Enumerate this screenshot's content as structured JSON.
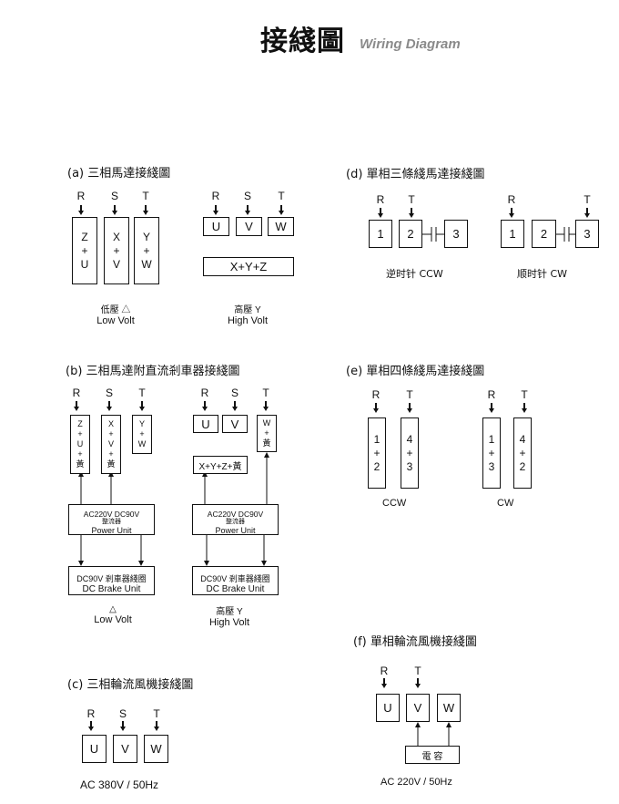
{
  "title": {
    "cn": "接綫圖",
    "en": "Wiring Diagram"
  },
  "sections": {
    "a": {
      "heading": "(a)  三相馬達接綫圖",
      "low": {
        "terminals": [
          "R",
          "S",
          "T"
        ],
        "boxes": [
          "Z\n+\nU",
          "X\n+\nV",
          "Y\n+\nW"
        ],
        "caption_cn": "低壓  △",
        "caption_en": "Low  Volt"
      },
      "high": {
        "terminals": [
          "R",
          "S",
          "T"
        ],
        "boxes": [
          "U",
          "V",
          "W"
        ],
        "bar": "X+Y+Z",
        "caption_cn": "高壓   Y",
        "caption_en": "High  Volt"
      }
    },
    "b": {
      "heading": "(b) 三相馬達附直流剎車器接綫圖",
      "low": {
        "terminals": [
          "R",
          "S",
          "T"
        ],
        "boxes": [
          "Z\n+\nU\n+\n黃",
          "X\n+\nV\n+\n黃",
          "Y\n+\nW"
        ],
        "power_unit": {
          "line1": "AC220V      DC90V",
          "line2": "整流器",
          "line3": "Power Unit"
        },
        "brake_unit": {
          "line1": "DC90V 剎車器綫圈",
          "line2": "DC Brake Unit"
        },
        "caption_cn": "△",
        "caption_en": "Low  Volt"
      },
      "high": {
        "terminals": [
          "R",
          "S",
          "T"
        ],
        "boxes": [
          "U",
          "V"
        ],
        "box_w": "W\n+\n黃",
        "bar": "X+Y+Z+黃",
        "power_unit": {
          "line1": "AC220V      DC90V",
          "line2": "整流器",
          "line3": "Power Unit"
        },
        "brake_unit": {
          "line1": "DC90V 剎車器綫圈",
          "line2": "DC Brake Unit"
        },
        "caption_cn": "高壓   Y",
        "caption_en": "High  Volt"
      }
    },
    "c": {
      "heading": "(c) 三相輪流風機接綫圖",
      "terminals": [
        "R",
        "S",
        "T"
      ],
      "boxes": [
        "U",
        "V",
        "W"
      ],
      "caption": "AC  380V / 50Hz"
    },
    "d": {
      "heading": "(d)  單相三條綫馬達接綫圖",
      "ccw": {
        "terminals": [
          "R",
          "T"
        ],
        "boxes": [
          "1",
          "2",
          "3"
        ],
        "caption": "逆时针 CCW"
      },
      "cw": {
        "terminals": [
          "R",
          "T"
        ],
        "boxes": [
          "1",
          "2",
          "3"
        ],
        "caption": "顺时针 CW"
      }
    },
    "e": {
      "heading": "(e)  單相四條綫馬達接綫圖",
      "ccw": {
        "terminals": [
          "R",
          "T"
        ],
        "boxes": [
          "1\n+\n2",
          "4\n+\n3"
        ],
        "caption": "CCW"
      },
      "cw": {
        "terminals": [
          "R",
          "T"
        ],
        "boxes": [
          "1\n+\n3",
          "4\n+\n2"
        ],
        "caption": "CW"
      }
    },
    "f": {
      "heading": "(f)  單相輪流風機接綫圖",
      "terminals": [
        "R",
        "T"
      ],
      "boxes": [
        "U",
        "V",
        "W"
      ],
      "capacitor": "電  容",
      "caption": "AC 220V / 50Hz"
    }
  }
}
